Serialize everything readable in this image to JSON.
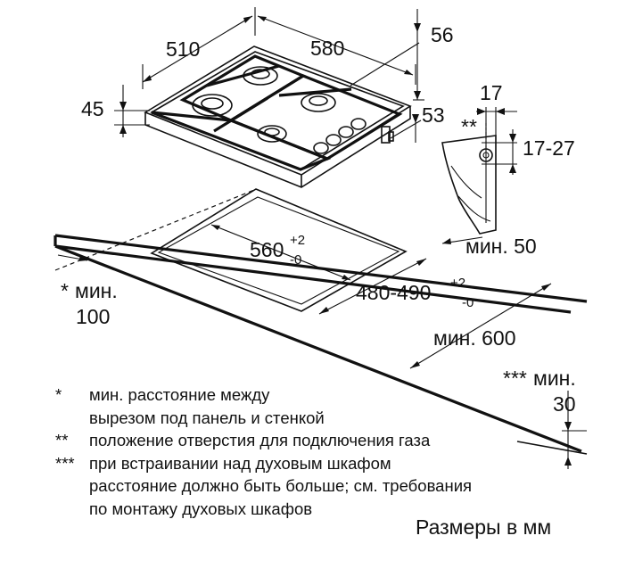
{
  "dimensions": {
    "hob_width": "510",
    "hob_depth": "580",
    "top_offset": "56",
    "hob_height": "45",
    "side_offset": "53",
    "pipe_offset": "17",
    "pipe_height": "17-27",
    "pipe_marker": "**",
    "cutout_width": "560",
    "cutout_width_tol_upper": "+2",
    "cutout_width_tol_lower": "-0",
    "cutout_depth": "480-490",
    "cutout_depth_tol_upper": "+2",
    "cutout_depth_tol_lower": "-0",
    "min_rear": "мин. 50",
    "min_wall_marker": "*",
    "min_wall_label": "мин.",
    "min_wall_value": "100",
    "min_worktop": "мин. 600",
    "min_oven_marker": "***",
    "min_oven_label": "мин.",
    "min_oven_value": "30"
  },
  "notes": [
    {
      "mark": "*",
      "lines": [
        "мин. расстояние между",
        "вырезом под панель и стенкой"
      ]
    },
    {
      "mark": "**",
      "lines": [
        "положение отверстия для подключения газа"
      ]
    },
    {
      "mark": "***",
      "lines": [
        "при встраивании над духовым шкафом",
        "расстояние должно быть больше; см. требования",
        "по монтажу духовых шкафов"
      ]
    }
  ],
  "units_label": "Размеры в мм"
}
